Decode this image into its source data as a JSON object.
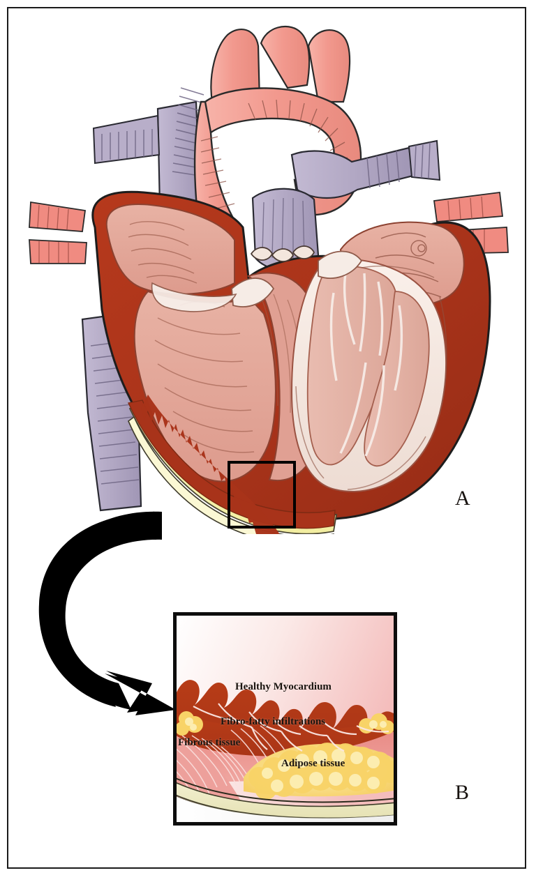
{
  "figure": {
    "background_color": "#ffffff",
    "frame_color": "#1a1a1a"
  },
  "panel_a": {
    "letter": "A",
    "caption_hidden": "",
    "subject": "cut-away anatomical illustration of the human heart",
    "inset_marker": {
      "shape": "rectangle",
      "border_color": "#000000",
      "region": "inferior right ventricular wall with epicardial fat"
    },
    "structures": [
      {
        "name": "aorta",
        "color": "#f2998e"
      },
      {
        "name": "aortic-arch",
        "color": "#f0958a"
      },
      {
        "name": "brachiocephalic-branches",
        "color": "#f3a096"
      },
      {
        "name": "superior-vena-cava",
        "color": "#b2a8c4"
      },
      {
        "name": "pulmonary-artery",
        "color": "#aa9fbd"
      },
      {
        "name": "pulmonary-veins",
        "color": "#f08b81"
      },
      {
        "name": "inferior-vena-cava",
        "color": "#b4aac6"
      },
      {
        "name": "right-atrium",
        "color": "#e2a193"
      },
      {
        "name": "left-atrium",
        "color": "#dd9b8d"
      },
      {
        "name": "right-ventricle-cavity",
        "color": "#e3a496"
      },
      {
        "name": "left-ventricle-myocardium",
        "color": "#a8331a"
      },
      {
        "name": "interventricular-septum",
        "color": "#e0a093"
      },
      {
        "name": "valve-leaflets",
        "color": "#f4e4dc"
      },
      {
        "name": "papillary-muscles",
        "color": "#e7b3a7"
      },
      {
        "name": "chordae-tendineae",
        "color": "#f6ece7"
      },
      {
        "name": "epicardial-adipose-tissue",
        "color": "#f7f3ab"
      },
      {
        "name": "epicardium-outline",
        "color": "#1b1b1b"
      }
    ]
  },
  "arrow": {
    "name": "magnification-arrow",
    "color": "#000000",
    "description": "thick curved arrow from inset rectangle to panel B"
  },
  "panel_b": {
    "letter": "B",
    "subject": "magnified cross-section of the right ventricular free wall",
    "labels": {
      "myocardium": "Healthy Myocardium",
      "fibro_fatty": "Fibro-fatty infiltrations",
      "fibrous": "Fibrous tissue",
      "adipose": "Adipose tissue"
    },
    "layers": [
      {
        "name": "ventricular-cavity",
        "color": "#fbe6e6"
      },
      {
        "name": "trabeculae-carneae",
        "color": "#b13a18"
      },
      {
        "name": "healthy-myocardium",
        "color": "#b13a18"
      },
      {
        "name": "fibro-fatty-infiltration",
        "color": "#e98f8a"
      },
      {
        "name": "fibrous-tissue",
        "color": "#ec9a95"
      },
      {
        "name": "adipose-tissue",
        "color": "#f8d977"
      },
      {
        "name": "adipose-highlight",
        "color": "#fdf0b4"
      },
      {
        "name": "epicardium-band",
        "color": "#eeebc4"
      },
      {
        "name": "outer-background",
        "color": "#f4f4f4"
      }
    ]
  },
  "text_color": "#1a140f"
}
